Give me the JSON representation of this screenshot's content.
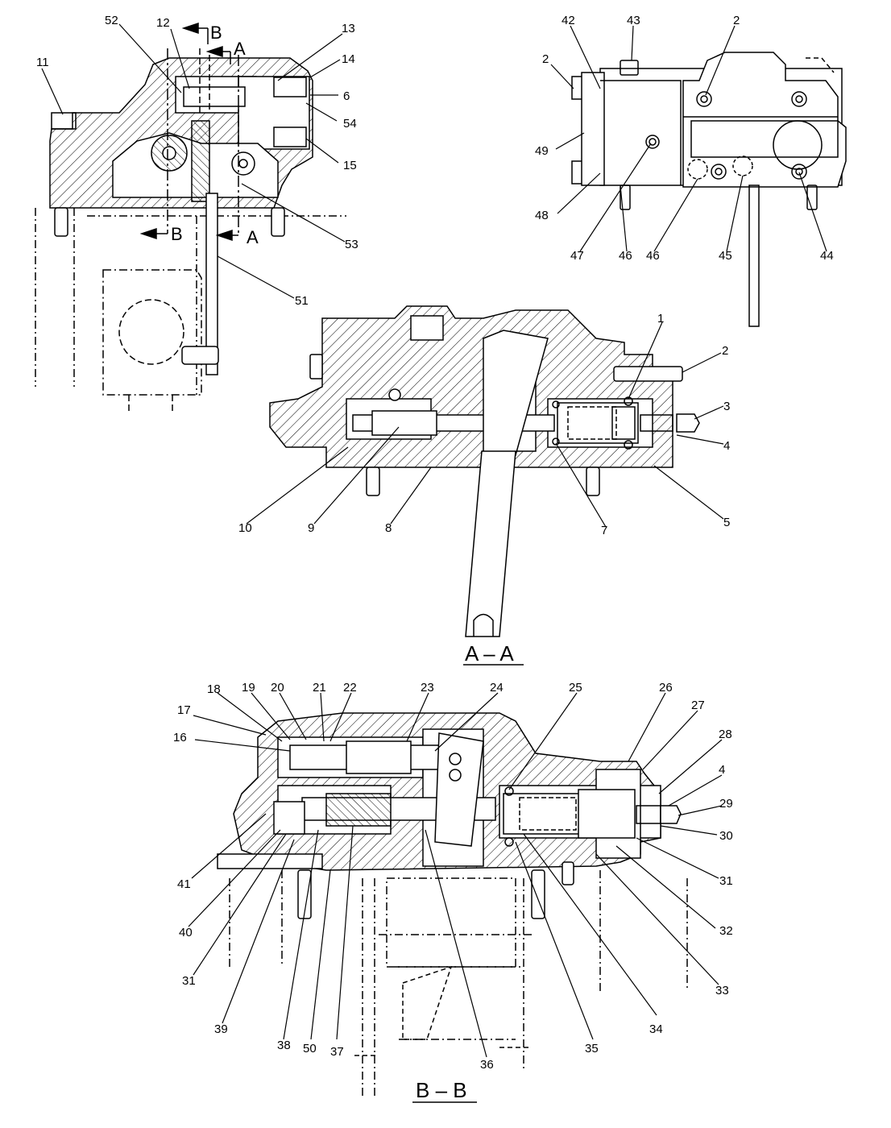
{
  "sections": {
    "aa": "A – A",
    "bb": "B – B"
  },
  "cut_markers": [
    "B",
    "A",
    "B",
    "A"
  ],
  "labels_top_left": [
    "52",
    "12",
    "13",
    "14",
    "6",
    "54",
    "15",
    "11",
    "53",
    "51"
  ],
  "labels_top_right": [
    "2",
    "42",
    "43",
    "2",
    "49",
    "48",
    "47",
    "46",
    "46",
    "45",
    "44"
  ],
  "labels_aa": [
    "1",
    "2",
    "3",
    "4",
    "5",
    "7",
    "8",
    "9",
    "10"
  ],
  "labels_bb": [
    "18",
    "19",
    "20",
    "21",
    "22",
    "23",
    "24",
    "25",
    "26",
    "27",
    "17",
    "16",
    "28",
    "4",
    "29",
    "30",
    "31",
    "32",
    "33",
    "41",
    "40",
    "31",
    "39",
    "38",
    "50",
    "37",
    "36",
    "35",
    "34"
  ]
}
